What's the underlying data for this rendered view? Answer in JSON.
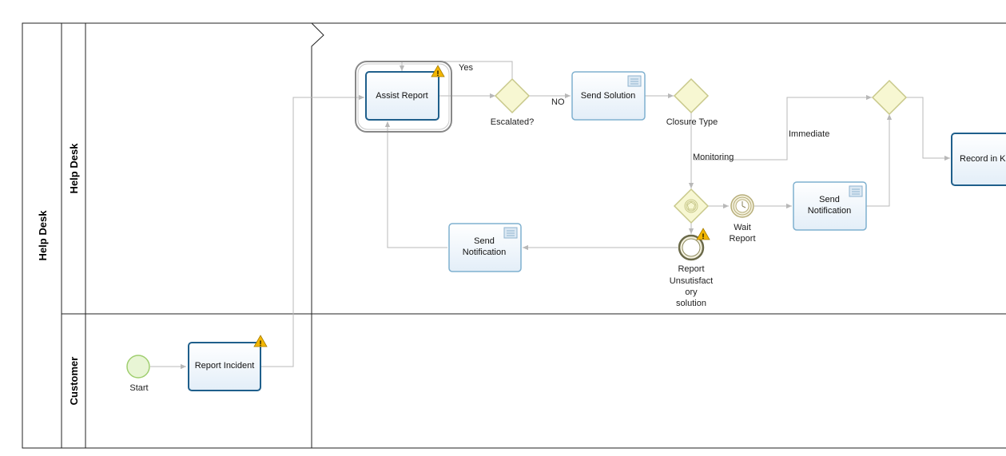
{
  "pool": {
    "label": "Help Desk"
  },
  "lanes": [
    {
      "label": "Help Desk"
    },
    {
      "label": "Customer"
    }
  ],
  "events": {
    "start": {
      "label": "Start"
    },
    "wait_report": {
      "label_line1": "Wait",
      "label_line2": "Report"
    },
    "report_unsatisfactory": {
      "lines": [
        "Report",
        "Unsutisfact",
        "ory",
        "solution"
      ]
    }
  },
  "tasks": {
    "report_incident": {
      "label": "Report Incident"
    },
    "assist_report": {
      "label": "Assist Report"
    },
    "send_solution": {
      "label": "Send Solution"
    },
    "send_notification_right": {
      "line1": "Send",
      "line2": "Notification"
    },
    "send_notification_left": {
      "line1": "Send",
      "line2": "Notification"
    },
    "record_in": {
      "label": "Record in K"
    }
  },
  "gateways": {
    "escalated": {
      "label": "Escalated?"
    },
    "closure_type": {
      "label": "Closure Type"
    },
    "merge": {
      "label": ""
    },
    "event_based": {
      "label": ""
    }
  },
  "flow_labels": {
    "yes": "Yes",
    "no": "NO",
    "immediate": "Immediate",
    "monitoring": "Monitoring"
  },
  "colors": {
    "task_border_dark": "#1f5f8b",
    "task_border_light": "#7fb0cf",
    "gateway_fill": "#f7f7d2",
    "gateway_stroke": "#c8c88a",
    "start_fill": "#e8f5d5",
    "start_stroke": "#9fce6f",
    "warning": "#f2b600",
    "flow": "#b8b8b8"
  }
}
